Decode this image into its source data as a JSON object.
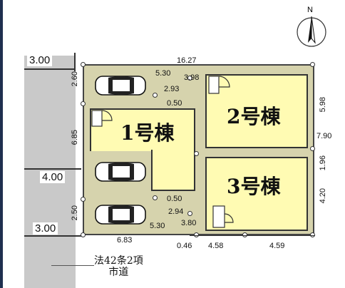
{
  "compass": {
    "north_label": "N"
  },
  "road": {
    "name_line1": "法42条2項",
    "name_line2": "市道"
  },
  "road_widths": [
    "3.00",
    "4.00",
    "3.00"
  ],
  "buildings": [
    {
      "label": "1号棟"
    },
    {
      "label": "2号棟"
    },
    {
      "label": "3号棟"
    }
  ],
  "dimensions": {
    "top": "16.27",
    "left_top": "2.60",
    "left_mid": "6.85",
    "left_bot": "2.50",
    "park_top_w": "5.30",
    "inner_top_a": "3.98",
    "inner_top_b": "2.93",
    "inner_top_c": "0.50",
    "right_top": "5.98",
    "right_mid": "7.90",
    "right_gap": "1.96",
    "right_bot": "4.20",
    "inner_bot_a": "0.50",
    "inner_bot_b": "2.94",
    "park_bot_w": "5.30",
    "inner_bot_c": "3.80",
    "bot_left": "6.83",
    "bot_small": "0.46",
    "bot_mid": "4.58",
    "bot_right": "4.59"
  },
  "colors": {
    "lot": "#d6d3ad",
    "building": "#fffbb3",
    "road": "#c9c9c9"
  }
}
